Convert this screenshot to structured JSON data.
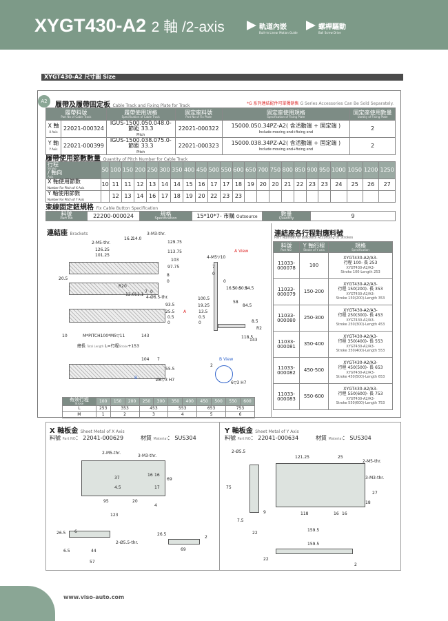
{
  "header": {
    "model": "XYGT430-A2",
    "axis": "2 軸 /2-axis",
    "tag1": "軌道內嵌",
    "tag1_en": "Built-in Linear Motion Guide",
    "tag2": "螺桿驅動",
    "tag2_en": "Ball Screw Drive"
  },
  "section_title": "XYGT430-A2 尺寸圖 Size",
  "badge": "A2",
  "track": {
    "title": "履帶及履帶固定板",
    "title_en": "Cable Track and Fixing Plate for Track",
    "note": "*G 系列連結配件可單獨銷售",
    "note_en": "G Series Accessories Can Be Sold Separately.",
    "headers": [
      {
        "zh": "履帶料號",
        "en": "Part No of Cable Track"
      },
      {
        "zh": "履帶使用規格",
        "en": "Specification of Cable Track"
      },
      {
        "zh": "固定座料號",
        "en": "Part No of Fix Plate"
      },
      {
        "zh": "固定座使用規格",
        "en": "Specification of Fixing Plate"
      },
      {
        "zh": "固定座使用數量",
        "en": "Uantity of Fixing Plate"
      }
    ],
    "rows": [
      {
        "axis": "X 軸",
        "axis_en": "X Axis",
        "part": "22021-000324",
        "spec": "IGUS-1500.050.048.0- 節距 33.3",
        "spec_sub": "Pitch",
        "fix": "22021-000322",
        "fix_spec": "15000.050.34PZ-A2( 含活動端 + 固定端 )",
        "fix_sub": "Include moving end+fixing end",
        "qty": "2"
      },
      {
        "axis": "Y 軸",
        "axis_en": "Y Axis",
        "part": "22021-000399",
        "spec": "IGUS-1500.038.075.0- 節距 33.3",
        "spec_sub": "Pitch",
        "fix": "22021-000323",
        "fix_spec": "15000.038.34PZ-A2( 含活動端 + 固定端 )",
        "fix_sub": "Include moving end+fixing end",
        "qty": "2"
      }
    ]
  },
  "pitch": {
    "title": "履帶使用節數數量",
    "title_en": "Quantity of Pitch Number for Cable Track",
    "corner_top": "行程",
    "corner_top_en": "Stroke",
    "corner_bottom": "軸向",
    "corner_bottom_en": "Axis",
    "strokes": [
      "50",
      "100",
      "150",
      "200",
      "250",
      "300",
      "350",
      "400",
      "450",
      "500",
      "550",
      "600",
      "650",
      "700",
      "750",
      "800",
      "850",
      "900",
      "950",
      "1000",
      "1050",
      "1200",
      "1250"
    ],
    "x_label": "X 軸使用節數",
    "x_label_en": "Number For Pitch of X Axis",
    "x": [
      "10",
      "11",
      "11",
      "12",
      "13",
      "14",
      "14",
      "15",
      "16",
      "17",
      "17",
      "18",
      "19",
      "20",
      "20",
      "21",
      "22",
      "23",
      "23",
      "24",
      "25",
      "26",
      "27"
    ],
    "y_label": "Y 軸使用節數",
    "y_label_en": "Number For Pitch of Y Axis",
    "y": [
      "",
      "12",
      "13",
      "14",
      "16",
      "17",
      "18",
      "19",
      "20",
      "22",
      "23",
      "23",
      "",
      "",
      "",
      "",
      "",
      "",
      "",
      "",
      "",
      "",
      ""
    ]
  },
  "button": {
    "title": "束線固定鈕規格",
    "title_en": "Fix Cable Button Specification",
    "part_label": "料號",
    "part_label_en": "Part No",
    "part": "22200-000024",
    "spec_label": "規格",
    "spec_label_en": "Specification",
    "spec": "15*10*7- 市購",
    "spec_en": "Outsource",
    "qty_label": "數量",
    "qty_label_en": "Quantity",
    "qty": "9"
  },
  "brackets": {
    "title": "連結座",
    "title_en": "Brackets",
    "view_a": "A View",
    "view_b": "B View",
    "dims": {
      "m3": "3-M3-thr.",
      "m5": "2-M5-thr.",
      "d162": "16.2",
      "d140": "14.0",
      "d12975": "129.75",
      "d12625": "126.25",
      "d10125": "101.25",
      "d11375": "113.75",
      "d103": "103",
      "d9775": "97.75",
      "d8": "8",
      "d0a": "0",
      "d205": "20.5",
      "r20": "R20",
      "d120": "12.0",
      "d111": "11.1",
      "d7": "7",
      "d0b": "0",
      "d4o65": "4-Ø6.5-thr.",
      "d935": "93.5",
      "d255": "25.5",
      "d05": "0.5",
      "d0c": "0",
      "arrA": "A",
      "m5v": "4-M5▽10",
      "d7b": "7",
      "d0d": "0",
      "d165": "16.5",
      "d505": "50.5",
      "d605": "60.5",
      "d945": "94.5",
      "d0e": "0",
      "d1005": "100.5",
      "d58": "58",
      "d1925": "19.25",
      "d845": "84.5",
      "d135": "13.5",
      "d05b": "0.5",
      "d0f": "0",
      "d85": "8.5",
      "r2": "R2",
      "d1185": "118.5",
      "d143": "143",
      "d10": "10",
      "pitch": "M*PITCH100*M5▽11",
      "d143b": "143",
      "total": "總長",
      "total_en": "Total Length",
      "total2": "L=行程",
      "total2_en": "Stroke",
      "total3": "+153",
      "d104": "104",
      "d7c": "7",
      "d555": "55.5",
      "arrB": "B",
      "o6": "Ø6▽3 H7",
      "d2": "2",
      "o6b": "6▽3 H7"
    },
    "eff": {
      "label": "有效行程",
      "label_en": "Stroke",
      "strokes": [
        "100",
        "150",
        "200",
        "250",
        "300",
        "350",
        "400",
        "450",
        "500",
        "550",
        "600"
      ],
      "L_label": "L",
      "L": [
        "253",
        "353",
        "453",
        "553",
        "653",
        "753"
      ],
      "M_label": "M",
      "M": [
        "1",
        "2",
        "3",
        "4",
        "5",
        "6"
      ]
    }
  },
  "strokes": {
    "title": "連結座各行程對應料號",
    "title_en": "Part Number of Brackets According to Strokes",
    "h_part": "料號",
    "h_part_en": "Part NO.",
    "h_y": "Y 軸行程",
    "h_y_en": "Stroke of Y axis",
    "h_spec": "規格",
    "h_spec_en": "Specification",
    "rows": [
      {
        "part": "11033-000078",
        "y": "100",
        "spec": "XYGT430-A2/A3-",
        "spec2": "行程 100- 長 253",
        "spec3": "XYGT430-A2/A3-",
        "spec4": "Stroke 100-Length 253"
      },
      {
        "part": "11033-000079",
        "y": "150-200",
        "spec": "XYGT430-A2/A3-",
        "spec2": "行程 150(200)- 長 353",
        "spec3": "XYGT430-A2/A3-",
        "spec4": "Stroke 150(200)-Length 353"
      },
      {
        "part": "11033-000080",
        "y": "250-300",
        "spec": "XYGT430-A2/A3-",
        "spec2": "行程 250(300)- 長 453",
        "spec3": "XYGT430-A2/A3-",
        "spec4": "Stroke 250(300)-Length 453"
      },
      {
        "part": "11033-000081",
        "y": "350-400",
        "spec": "XYGT430-A2/A3-",
        "spec2": "行程 350(400)- 長 553",
        "spec3": "XYGT430-A2/A3-",
        "spec4": "Stroke 350(400)-Length 553"
      },
      {
        "part": "11033-000082",
        "y": "450-500",
        "spec": "XYGT430-A2/A3-",
        "spec2": "行程 450(500)- 長 653",
        "spec3": "XYGT430-A2/A3-",
        "spec4": "Stroke 450(500)-Length 653"
      },
      {
        "part": "11033-000083",
        "y": "550-600",
        "spec": "XYGT430-A2/A3-",
        "spec2": "行程 550(600)- 長 753",
        "spec3": "XYGT430-A2/A3-",
        "spec4": "Stroke 550(600)-Length 753"
      }
    ]
  },
  "xplate": {
    "title": "X 軸板金",
    "title_en": "Sheet Metal of X Axis",
    "part_label": "料號",
    "part_label_en": "Part NO",
    "part": "22041-000629",
    "mat_label": "材質",
    "mat_label_en": "Material",
    "mat": "SUS304",
    "dims": {
      "m5": "2-M5-thr.",
      "m3": "3-M3-thr.",
      "d37": "37",
      "d45": "4.5",
      "d17": "17",
      "d16a": "16",
      "d16b": "16",
      "d69": "69",
      "d95": "95",
      "d20": "20",
      "d4": "4",
      "d123": "123",
      "d265": "26.5",
      "d6": "6",
      "o55": "2-Ø5.5-thr.",
      "d2": "2",
      "d265b": "26.5",
      "d65": "6.5",
      "d44": "44",
      "d57": "57",
      "d69b": "69"
    }
  },
  "yplate": {
    "title": "Y 軸板金",
    "title_en": "Sheet Metal of Y Axis",
    "part_label": "料號",
    "part_label_en": "Part NO",
    "part": "22041-000634",
    "mat_label": "材質",
    "mat_label_en": "Material",
    "mat": "SUS304",
    "dims": {
      "o55": "2-Ø5.5",
      "d12125": "121.25",
      "d25": "25",
      "m5": "2-M5-thr.",
      "m3": "3-M3-thr.",
      "d75": "75",
      "d27": "27",
      "d18": "18",
      "d9": "9",
      "d118": "118",
      "d16a": "16",
      "d16b": "16",
      "d75b": "7.5",
      "d22": "22",
      "d1595": "159.5",
      "d1595b": "159.5",
      "d22b": "22",
      "d2": "2"
    }
  },
  "footer": {
    "url": "www.viso-auto.com"
  }
}
